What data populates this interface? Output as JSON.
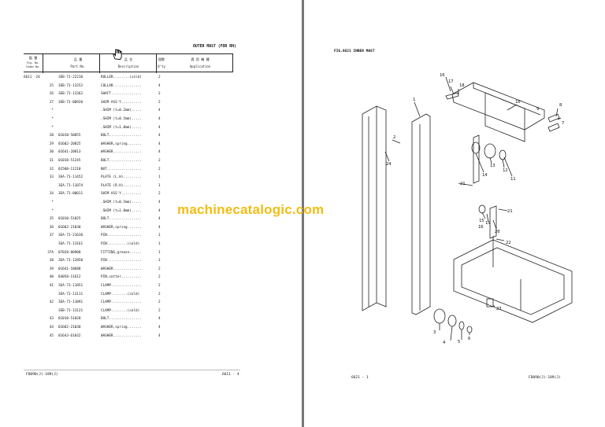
{
  "left_page": {
    "section_title": "OUTER MAST (FOR RH)",
    "headers": {
      "ref": {
        "jp": "図 番",
        "en": "Fig. No. Index No."
      },
      "part_no": {
        "jp": "品 番",
        "en": "Part No."
      },
      "description": {
        "jp": "品 名",
        "en": "Description"
      },
      "qty": {
        "jp": "個数",
        "en": "Q'ty"
      },
      "application": {
        "jp": "適 用 機 種",
        "en": "Application"
      }
    },
    "rows": [
      {
        "ref": "6611 -24",
        "no": "",
        "part_no": "3EB-71-22210",
        "desc": "ROLLER........(cold)",
        "qty": "2"
      },
      {
        "ref": "",
        "no": "25",
        "part_no": "3EB-71-13252",
        "desc": "COLLAR..............",
        "qty": "4"
      },
      {
        "ref": "",
        "no": "26",
        "part_no": "3EB-71-13362",
        "desc": "SHAFT...............",
        "qty": "2"
      },
      {
        "ref": "",
        "no": "27",
        "part_no": "3EB-71-00920",
        "desc": "SHIM ASS'Y..........",
        "qty": "2"
      },
      {
        "ref": "",
        "no": "*",
        "part_no": "",
        "desc": ".SHIM (t=0.2mm).....",
        "qty": "4"
      },
      {
        "ref": "",
        "no": "*",
        "part_no": "",
        "desc": ".SHIM (t=0.5mm).....",
        "qty": "4"
      },
      {
        "ref": "",
        "no": "*",
        "part_no": "",
        "desc": ".SHIM (t=1.0mm).....",
        "qty": "4"
      },
      {
        "ref": "",
        "no": "28",
        "part_no": "01010-50855",
        "desc": "BOLT................",
        "qty": "4"
      },
      {
        "ref": "",
        "no": "29",
        "part_no": "01602-20825",
        "desc": "WASHER,spring.......",
        "qty": "4"
      },
      {
        "ref": "",
        "no": "30",
        "part_no": "01641-20813",
        "desc": "WASHER..............",
        "qty": "4"
      },
      {
        "ref": "",
        "no": "31",
        "part_no": "01010-51245",
        "desc": "BOLT................",
        "qty": "2"
      },
      {
        "ref": "",
        "no": "32",
        "part_no": "01580-11210",
        "desc": "NUT.................",
        "qty": "2"
      },
      {
        "ref": "",
        "no": "33",
        "part_no": "3EA-71-11452",
        "desc": "PLATE (L.H).........",
        "qty": "1"
      },
      {
        "ref": "",
        "no": "",
        "part_no": "3EA-71-11074",
        "desc": "PLATE (R.H).........",
        "qty": "1"
      },
      {
        "ref": "",
        "no": "34",
        "part_no": "3EA-71-00011",
        "desc": "SHIM ASS'Y..........",
        "qty": "2"
      },
      {
        "ref": "",
        "no": "*",
        "part_no": "",
        "desc": ".SHIM (t=0.5mm).....",
        "qty": "4"
      },
      {
        "ref": "",
        "no": "*",
        "part_no": "",
        "desc": ".SHIM (t=1.0mm).....",
        "qty": "4"
      },
      {
        "ref": "",
        "no": "35",
        "part_no": "01010-51025",
        "desc": "BOLT................",
        "qty": "4"
      },
      {
        "ref": "",
        "no": "36",
        "part_no": "01602-21030",
        "desc": "WASHER,spring.......",
        "qty": "4"
      },
      {
        "ref": "",
        "no": "37",
        "part_no": "3EA-71-21630",
        "desc": "PIN.................",
        "qty": "1"
      },
      {
        "ref": "",
        "no": "",
        "part_no": "3EA-71-13161",
        "desc": "PIN..........(cold)",
        "qty": "1"
      },
      {
        "ref": "",
        "no": "37A",
        "part_no": "07020-00900",
        "desc": "FITTING,grease......",
        "qty": "1"
      },
      {
        "ref": "",
        "no": "38",
        "part_no": "3EA-71-12850",
        "desc": "PIN.................",
        "qty": "1"
      },
      {
        "ref": "",
        "no": "39",
        "part_no": "01641-10688",
        "desc": "WASHER..............",
        "qty": "2"
      },
      {
        "ref": "",
        "no": "40",
        "part_no": "04050-11612",
        "desc": "PIN,cotter..........",
        "qty": "2"
      },
      {
        "ref": "",
        "no": "41",
        "part_no": "3EA-71-11851",
        "desc": "CLAMP...............",
        "qty": "2"
      },
      {
        "ref": "",
        "no": "",
        "part_no": "3EA-71-13111",
        "desc": "CLAMP........(cold)",
        "qty": "2"
      },
      {
        "ref": "",
        "no": "42",
        "part_no": "3EA-71-11891",
        "desc": "CLAMP...............",
        "qty": "2"
      },
      {
        "ref": "",
        "no": "",
        "part_no": "3EB-71-13121",
        "desc": "CLAMP........(cold)",
        "qty": "2"
      },
      {
        "ref": "",
        "no": "43",
        "part_no": "01010-51020",
        "desc": "BOLT................",
        "qty": "4"
      },
      {
        "ref": "",
        "no": "44",
        "part_no": "01602-21030",
        "desc": "WASHER,spring.......",
        "qty": "4"
      },
      {
        "ref": "",
        "no": "45",
        "part_no": "01643-61032",
        "desc": "WASHER..............",
        "qty": "4"
      }
    ],
    "footer_code": "FD090(J)-189(J)",
    "footer_page": "6611 - 4"
  },
  "right_page": {
    "fig_title": "FIG.6621  INNER MAST",
    "callouts": [
      "1",
      "2",
      "3",
      "4",
      "5",
      "6",
      "7",
      "8",
      "9",
      "10",
      "11",
      "12",
      "13",
      "14",
      "15",
      "16",
      "17",
      "18",
      "19",
      "20",
      "21",
      "21",
      "22",
      "23",
      "24",
      "15",
      "16"
    ],
    "footer_page": "6621 - 1",
    "footer_code": "FD090(J)-189(J)"
  },
  "watermark": "machinecatalogic.com",
  "icons": {
    "cursor": "hand-cursor-icon"
  },
  "colors": {
    "watermark": "#f2bd14",
    "gutter": "#777777"
  }
}
